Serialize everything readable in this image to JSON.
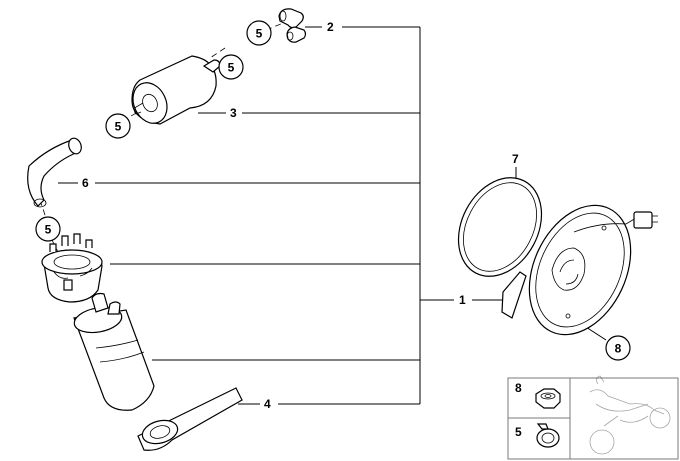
{
  "callouts": {
    "c1": "1",
    "c2": "2",
    "c3": "3",
    "c4": "4",
    "c5": "5",
    "c6": "6",
    "c7": "7",
    "c8": "8"
  },
  "legend": {
    "row_8": "8",
    "row_5": "5"
  }
}
